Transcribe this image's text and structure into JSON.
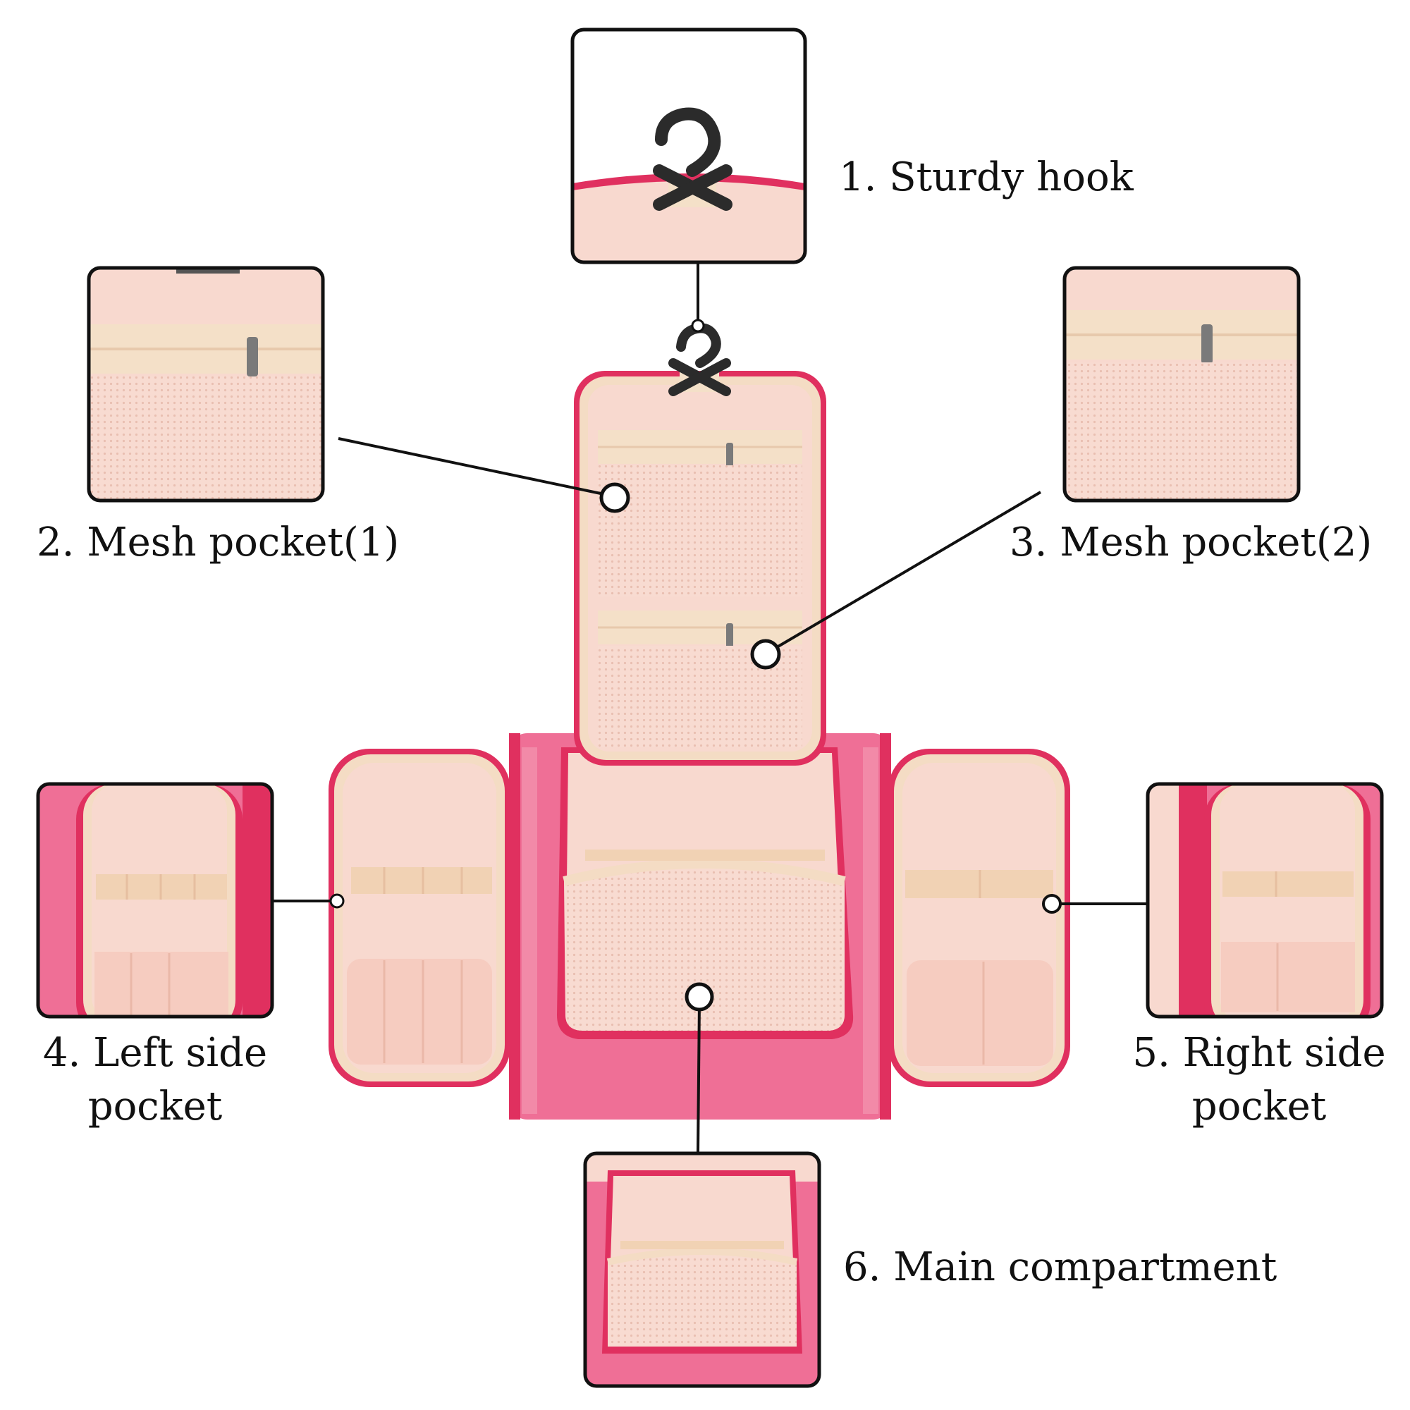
{
  "callouts": [
    {
      "number": "1.",
      "text": "Sturdy hook"
    },
    {
      "number": "2.",
      "text": "Mesh pocket(1)"
    },
    {
      "number": "3.",
      "text": "Mesh pocket(2)"
    },
    {
      "number": "4.",
      "text": "Left side",
      "text2": "pocket"
    },
    {
      "number": "5.",
      "text": "Right side",
      "text2": "pocket"
    },
    {
      "number": "6.",
      "text": "Main compartment"
    }
  ],
  "colors": {
    "bag_pink": "#ef6f96",
    "zipper_pink": "#e0305f",
    "lining": "#f8d9cf",
    "lining_light": "#fbe6dc",
    "trim_cream": "#f4dcc4",
    "hook_black": "#2b2b2b",
    "line_black": "#111111"
  }
}
